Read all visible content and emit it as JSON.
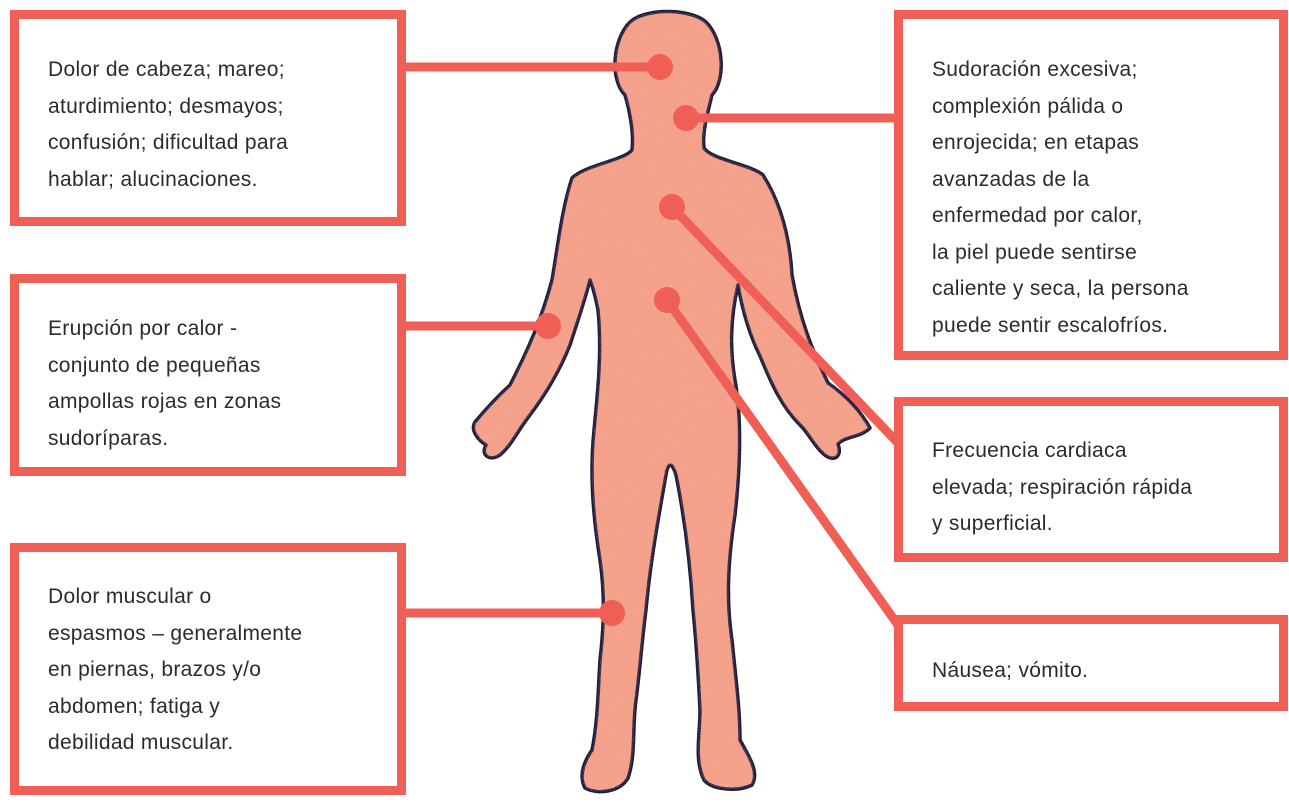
{
  "colors": {
    "accent": "#ef5f55",
    "body_fill": "#f4a08a",
    "body_outline": "#1f1e3d",
    "text": "#2b2b2b"
  },
  "callouts": [
    {
      "id": "head",
      "lines": [
        "Dolor de cabeza; mareo;",
        "aturdimiento;  desmayos;",
        "confusión; dificultad para",
        "hablar; alucinaciones."
      ]
    },
    {
      "id": "skin",
      "lines": [
        "Sudoración excesiva;",
        "complexión pálida o",
        "enrojecida; en etapas",
        "avanzadas de la",
        "enfermedad por calor,",
        "la piel puede sentirse",
        "caliente y seca, la persona",
        "puede sentir escalofríos."
      ]
    },
    {
      "id": "rash",
      "lines": [
        "Erupción por calor -",
        "conjunto de pequeñas",
        "ampollas rojas en zonas",
        "sudoríparas."
      ]
    },
    {
      "id": "heart",
      "lines": [
        "Frecuencia cardiaca",
        "elevada; respiración rápida",
        "y superficial."
      ]
    },
    {
      "id": "muscle",
      "lines": [
        "Dolor muscular o",
        "espasmos – generalmente",
        "en piernas, brazos y/o",
        "abdomen; fatiga y",
        "debilidad muscular."
      ]
    },
    {
      "id": "nausea",
      "lines": [
        "Náusea; vómito."
      ]
    }
  ]
}
